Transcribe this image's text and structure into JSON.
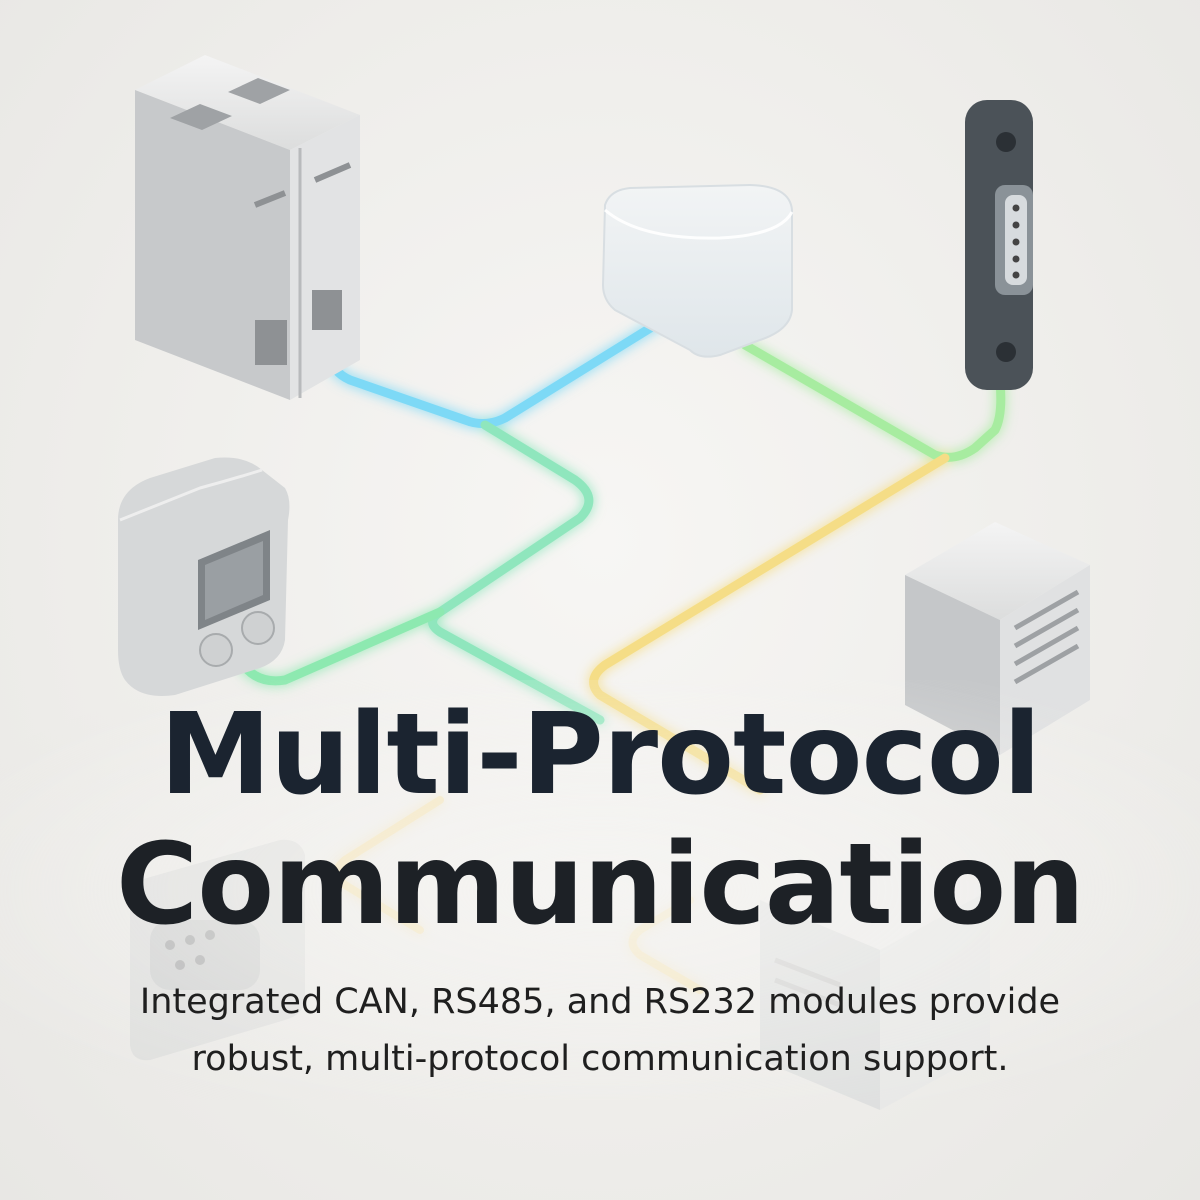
{
  "headline": {
    "line1": "Multi-Protocol",
    "line2": "Communication"
  },
  "subtitle": {
    "line1": "Integrated CAN, RS485, and RS232 modules provide",
    "line2": "robust, multi-protocol communication support."
  },
  "colors": {
    "cable_blue": "#6fd6f5",
    "cable_green": "#8be9b0",
    "cable_yellow": "#f7df8a",
    "device_body": "#d9dadb",
    "connector_dark": "#4b5258",
    "headline_text": "#1c2126",
    "body_text": "#1f1f1f"
  },
  "icons": [
    "din-rail-module-icon",
    "translucent-hub-icon",
    "db9-male-connector-icon",
    "display-panel-device-icon",
    "vented-server-box-icon",
    "db9-female-connector-icon",
    "faded-server-box-icon"
  ]
}
